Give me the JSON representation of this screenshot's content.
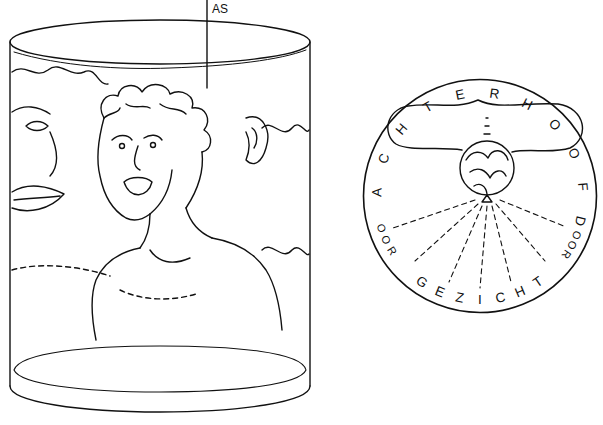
{
  "diagram": {
    "nodes": [
      {
        "text": [
          "ACHTERHOOFD",
          "OOR",
          "OOR",
          "GEZICHT"
        ]
      }
    ],
    "labels": [
      "AS"
    ]
  }
}
